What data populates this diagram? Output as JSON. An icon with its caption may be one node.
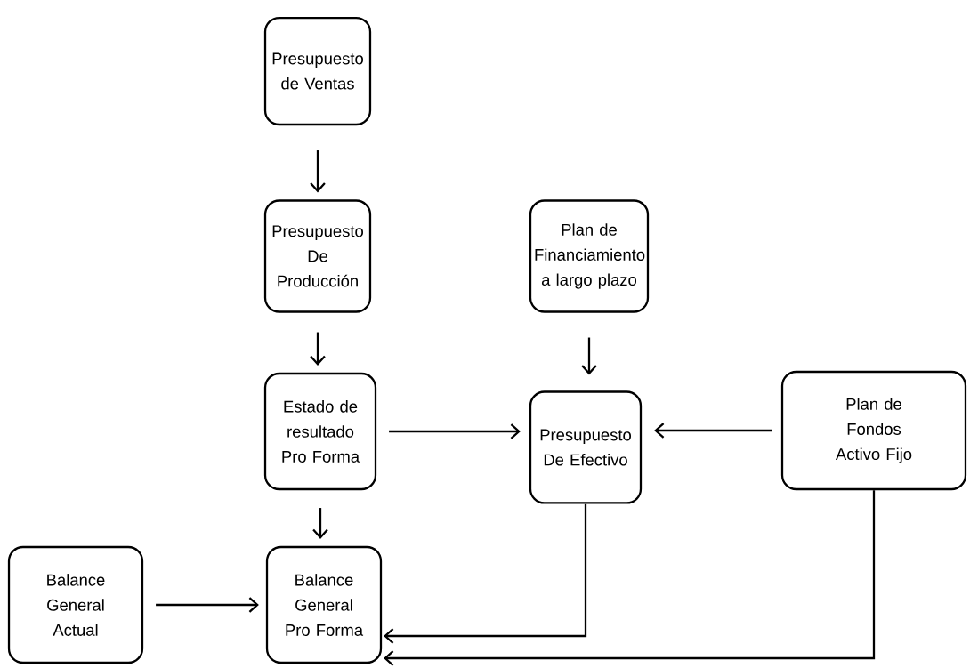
{
  "diagram": {
    "nodes": [
      {
        "text": [
          "Presupuesto de Ventas"
        ]
      },
      {
        "text": [
          "Presupuesto De Producción"
        ]
      },
      {
        "text": [
          "Plan de Financiamiento a largo plazo"
        ]
      },
      {
        "text": [
          "Estado de resultado Pro Forma"
        ]
      },
      {
        "text": [
          "Presupuesto De Efectivo"
        ]
      },
      {
        "text": [
          "Plan de Fondos Activo Fijo"
        ]
      },
      {
        "text": [
          "Balance General Actual"
        ]
      },
      {
        "text": [
          "Balance General Pro Forma"
        ]
      }
    ],
    "edges": [
      {
        "from": 0,
        "to": 1,
        "arrow": "to"
      },
      {
        "from": 1,
        "to": 3,
        "arrow": "to"
      },
      {
        "from": 2,
        "to": 4,
        "arrow": "to"
      },
      {
        "from": 3,
        "to": 4,
        "arrow": "to"
      },
      {
        "from": 5,
        "to": 4,
        "arrow": "to"
      },
      {
        "from": 3,
        "to": 7,
        "arrow": "to"
      },
      {
        "from": 6,
        "to": 7,
        "arrow": "to"
      },
      {
        "from": 4,
        "to": 7,
        "arrow": "to"
      },
      {
        "from": 5,
        "to": 7,
        "arrow": "to"
      }
    ]
  }
}
